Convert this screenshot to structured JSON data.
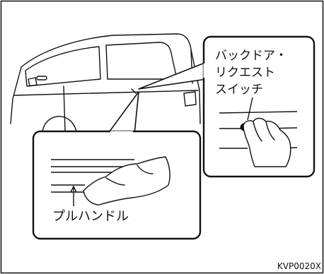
{
  "callouts": {
    "back_door_switch_line1": "バックドア・",
    "back_door_switch_line2": "リクエスト",
    "back_door_switch_line3": "スイッチ",
    "pull_handle": "プルハンドル"
  },
  "figure_code": "KVP0020X",
  "colors": {
    "line": "#111111",
    "background": "#ffffff"
  }
}
